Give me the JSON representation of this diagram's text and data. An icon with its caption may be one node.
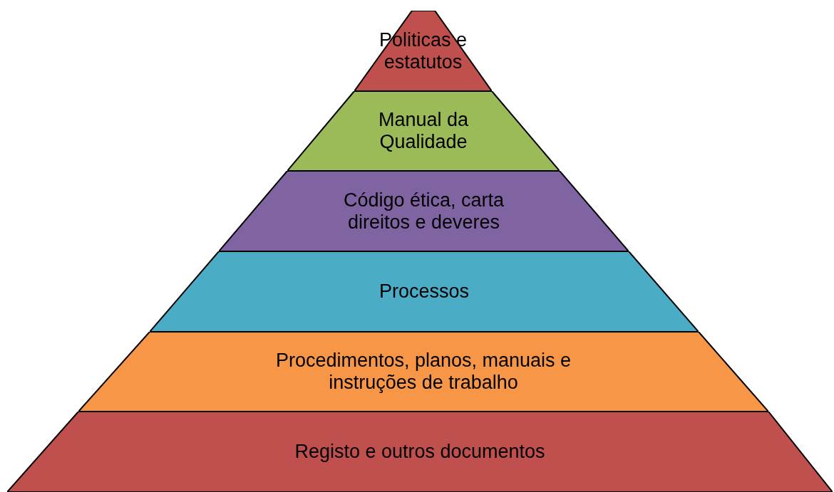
{
  "diagram": {
    "nodes": [
      {
        "text": [
          "Politicas e estatutos"
        ]
      },
      {
        "text": [
          "Manual da Qualidade"
        ]
      },
      {
        "text": [
          "Código ética, carta direitos e deveres"
        ]
      },
      {
        "text": [
          "Processos"
        ]
      },
      {
        "text": [
          "Procedimentos, planos, manuais e instruções de trabalho"
        ]
      },
      {
        "text": [
          "Registo e outros documentos"
        ]
      }
    ],
    "edges": []
  }
}
